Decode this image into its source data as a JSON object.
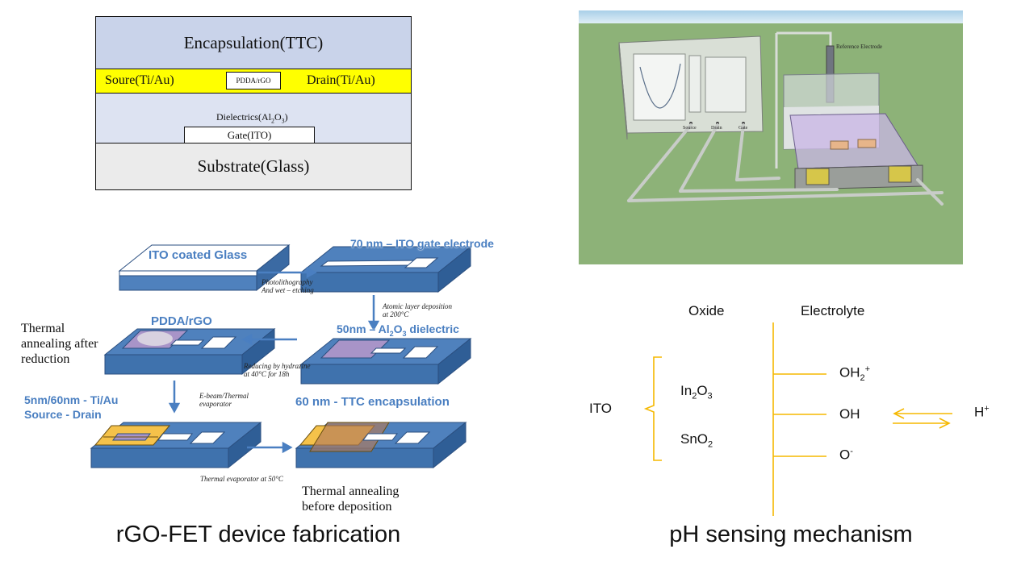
{
  "stack": {
    "encapsulation": "Encapsulation(TTC)",
    "source": "Soure(Ti/Au)",
    "channel": "PDDA/rGO",
    "drain": "Drain(Ti/Au)",
    "dielectric_prefix": "Dielectrics(Al",
    "dielectric_sub1": "2",
    "dielectric_mid": "O",
    "dielectric_sub2": "3",
    "dielectric_suffix": ")",
    "gate": "Gate(ITO)",
    "substrate": "Substrate(Glass)"
  },
  "setup3d": {
    "reference_electrode": "Reference Electrode",
    "port_source": "Source",
    "port_drain": "Drain",
    "port_gate": "Gate"
  },
  "fabrication": {
    "step1": "ITO coated Glass",
    "step2": "70 nm – ITO gate electrode",
    "step3_prefix": "50nm – Al",
    "step3_sub1": "2",
    "step3_mid": "O",
    "step3_sub2": "3",
    "step3_suffix": " dielectric",
    "step4": "PDDA/rGO",
    "step5_line1": "5nm/60nm - Ti/Au",
    "step5_line2": "Source - Drain",
    "step6": "60 nm - TTC encapsulation",
    "proc1_line1": "Photolithography",
    "proc1_line2": "And wet – etching",
    "proc2_line1": "Atomic layer deposition",
    "proc2_line2": "at 200°C",
    "proc3_line1": "Reducing by hydrazine",
    "proc3_line2": "at 40°C for 18h",
    "proc4_line1": "E-beam/Thermal",
    "proc4_line2": "evaporator",
    "proc5": "Thermal evaporator at 50°C",
    "note1_line1": "Thermal",
    "note1_line2": "annealing after",
    "note1_line3": "reduction",
    "note2_line1": "Thermal annealing",
    "note2_line2": "before  deposition"
  },
  "mechanism": {
    "oxide": "Oxide",
    "electrolyte": "Electrolyte",
    "ito": "ITO",
    "in2o3_a": "In",
    "in2o3_s1": "2",
    "in2o3_b": "O",
    "in2o3_s2": "3",
    "sno2_a": "SnO",
    "sno2_s": "2",
    "oh2_a": "OH",
    "oh2_s": "2",
    "oh2_sup": "+",
    "oh": "OH",
    "o_a": "O",
    "o_sup": "-",
    "h_a": "H",
    "h_sup": "+"
  },
  "captions": {
    "left": "rGO-FET device fabrication",
    "right": "pH sensing mechanism"
  },
  "colors": {
    "stack_blue": "#c9d3ea",
    "stack_yellow": "#ffff00",
    "stack_gray": "#ebebeb",
    "device_blue": "#4f81bd",
    "label_blue": "#4a7fc1",
    "mech_orange": "#f5b800",
    "scene_green": "#8fb57a",
    "purple_film": "#b39ddb"
  }
}
